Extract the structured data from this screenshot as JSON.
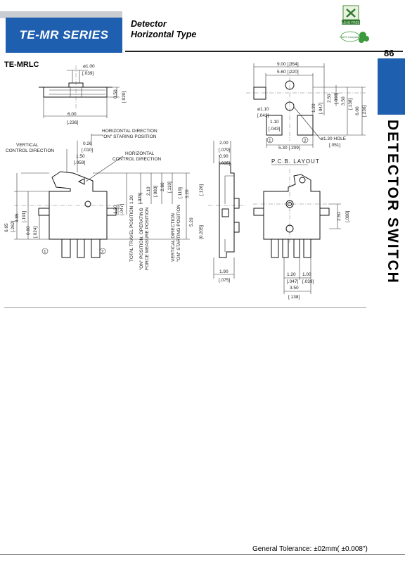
{
  "header": {
    "series": "TE-MR  SERIES",
    "subtitle_line1": "Detector",
    "subtitle_line2": "Horizontal Type",
    "page_number": "86",
    "side_title": "DETECTOR SWITCH"
  },
  "badges": {
    "lead_free": "LEAD FREE",
    "rohs": "RoHS Compliant"
  },
  "model": "TE-MRLC",
  "dims_top": {
    "hole_dia": "ø1.00",
    "hole_dia_in": "[.039]",
    "height": "0.50",
    "height_in": "[.020]",
    "width": "6.00",
    "width_in": "[.236]"
  },
  "dims_front": {
    "d026": "0.26",
    "d010": "[.010]",
    "d150": "1.50",
    "d059": "[.059]",
    "d485": "4.85",
    "d191": "[.191]",
    "d665": "6.65",
    "d262": "[.262]",
    "d060": "0.60",
    "d024": "[.024]",
    "d120": "1.20",
    "d047": "[.047]",
    "d210": "2.10",
    "d083": "[.083]",
    "d280": "2.80",
    "d110": "[.110]",
    "d075_hd": "[.075]",
    "d119": "[.119]",
    "d320": "3.20",
    "d126": "[.126]",
    "d520": "5.20",
    "d205": "[0.205]"
  },
  "labels": {
    "horizontal_direction": "HORIZONTAL DIRECTION",
    "on_staring": "\"ON\" STARING POSITION",
    "vertical_control": "VERTICAL",
    "vertical_control2": "CONTROL DIRECTION",
    "horizontal_control": "HORIZONTAL",
    "horizontal_control2": "CONTROL DIRECTION",
    "total_travel": "TOTAL TRAVEL POSITION",
    "on_operating": "\"ON\" POSITION, OPERATING",
    "force_measure": "FORCE MEASURE POSITION",
    "vertical_direction": "VERTICAL DIRECTION",
    "on_starting": "\"ON\" STARTING POSITION",
    "pin1": "1",
    "pin2": "2"
  },
  "dims_side": {
    "d200": "2.00",
    "d079": "[.079]",
    "d090": "0.90",
    "d035": "[.035]",
    "d190": "1.90",
    "d075": "[.075]"
  },
  "dims_pcb": {
    "title": "P.C.B. LAYOUT",
    "d900": "9.00 [.354]",
    "d560": "5.60 [.220]",
    "d110h": "ø1.10",
    "d043": "[.043]",
    "d110": "1.10",
    "d043b": "[.043]",
    "d120": "1.20",
    "d047": "[.047]",
    "d250": "2.50",
    "d098": "[.098]",
    "d350": "3.50",
    "d138": "[.138]",
    "d600": "6.00",
    "d236": "[.236]",
    "hole": "ø1.30 HOLE",
    "hole_in": "[.051]",
    "d530": "5.30 [.209]",
    "pin1": "1",
    "pin2": "2"
  },
  "dims_right": {
    "d250": "2.50",
    "d098": "[.098]",
    "d120": "1.20",
    "d047": "[.047]",
    "d100": "1.00",
    "d039": "[.039]",
    "d350": "3.50",
    "d138": "[.138]"
  },
  "footer": {
    "tolerance": "General Tolerance: ±02mm( ±0.008\")"
  }
}
